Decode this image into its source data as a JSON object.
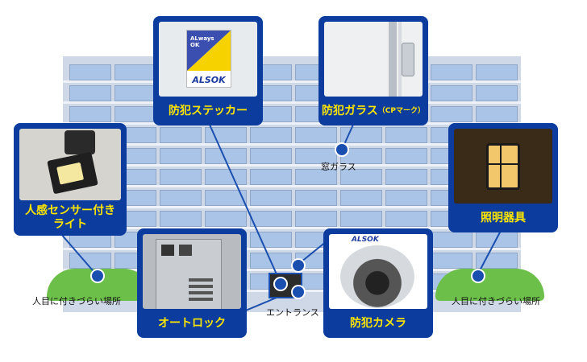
{
  "cards": {
    "sticker": {
      "label": "防犯ステッカー",
      "sticker_text_top": "ALways OK",
      "sticker_brand": "ALSOK"
    },
    "glass": {
      "label": "防犯ガラス",
      "label_small": "（CPマーク）"
    },
    "sensor_light": {
      "label": "人感センサー付き ライト"
    },
    "lighting": {
      "label": "照明器具"
    },
    "autolock": {
      "label": "オートロック"
    },
    "camera": {
      "label": "防犯カメラ",
      "camera_brand": "ALSOK"
    }
  },
  "callouts": {
    "window_glass": "窓ガラス",
    "entrance": "エントランス",
    "hidden_left": "人目に付きづらい場所",
    "hidden_right": "人目に付きづらい場所"
  },
  "colors": {
    "card_bg": "#0b3c9e",
    "label_text": "#ffe600",
    "dot": "#1a4fb0",
    "bush": "#6cc04a"
  }
}
